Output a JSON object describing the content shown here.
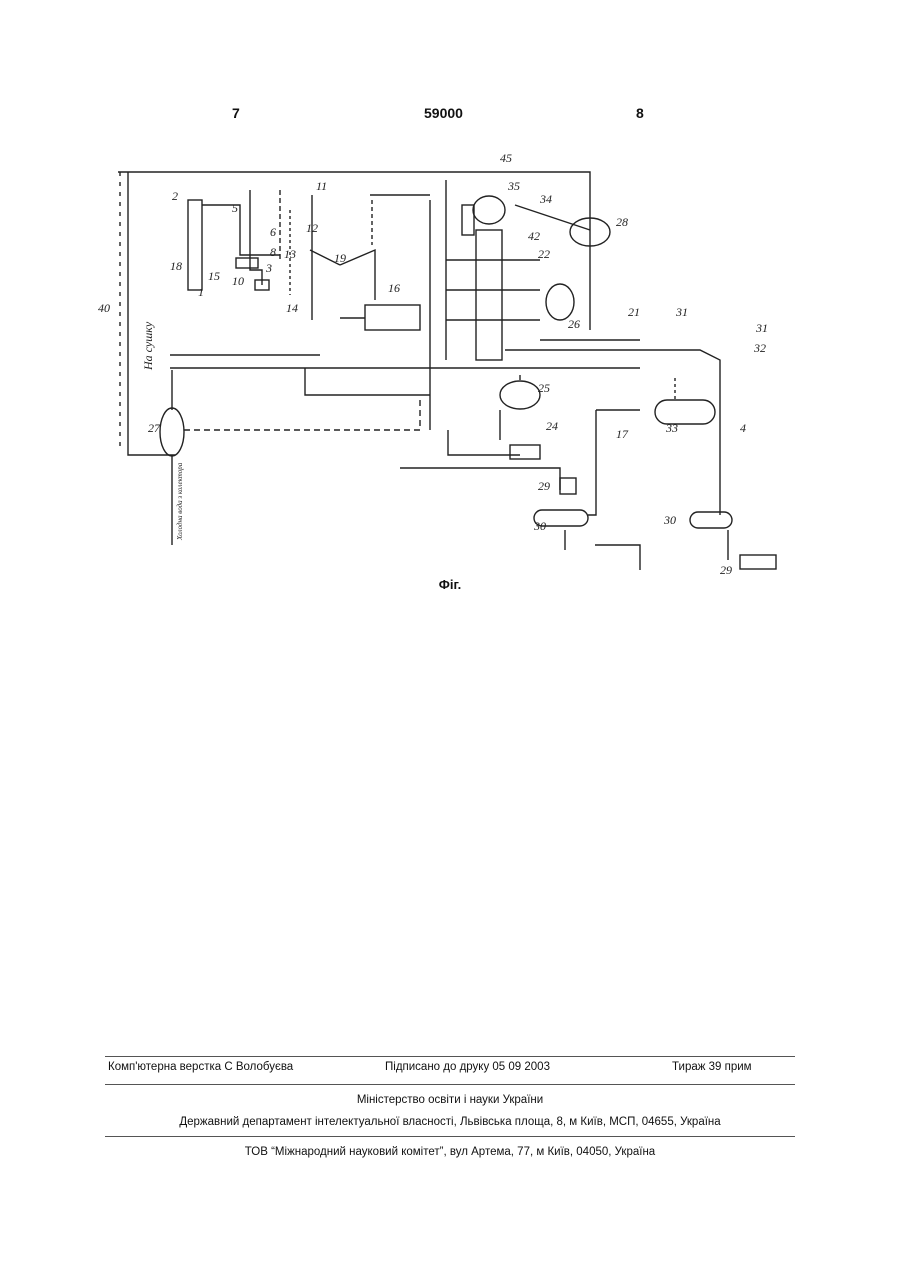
{
  "header": {
    "page_left": "7",
    "patent_number": "59000",
    "page_right": "8"
  },
  "figure": {
    "labels": [
      "45",
      "35",
      "34",
      "28",
      "42",
      "22",
      "21",
      "31",
      "26",
      "32",
      "25",
      "33",
      "30",
      "17",
      "24",
      "29",
      "30",
      "29",
      "40",
      "27",
      "16",
      "19",
      "18",
      "1",
      "2",
      "3",
      "5",
      "6",
      "8",
      "10",
      "11",
      "12",
      "13",
      "14",
      "15",
      "4"
    ],
    "side_label_left": "На сушку",
    "vertical_text": "Холодна вода з колектора",
    "caption": "Фіг."
  },
  "footer": {
    "typesetter": "Комп'ютерна верстка С  Волобуєва",
    "signed": "Підписано до друку 05 09 2003",
    "circulation": "Тираж 39 прим",
    "ministry": "Міністерство освіти і науки України",
    "department": "Державний департамент інтелектуальної власності, Львівська площа, 8, м  Київ, МСП, 04655, Україна",
    "publisher": "ТОВ “Міжнародний науковий комітет”, вул  Артема, 77, м  Київ, 04050, Україна"
  }
}
